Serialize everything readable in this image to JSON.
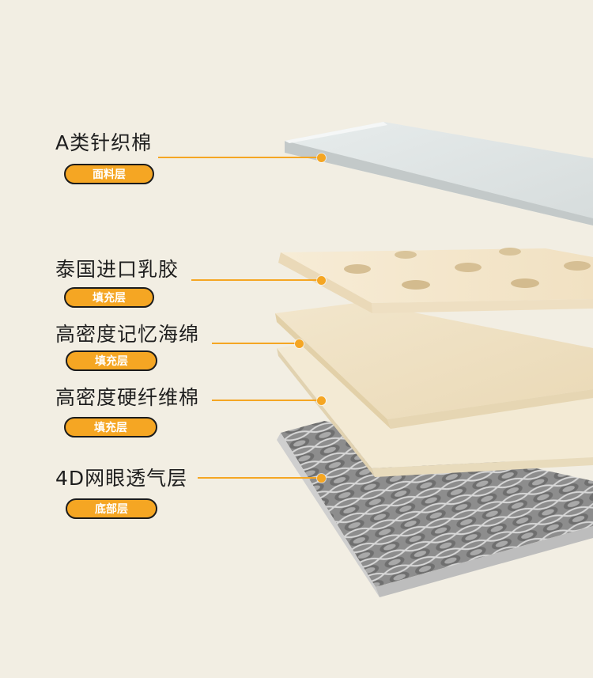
{
  "layers": [
    {
      "name": "A类针织棉",
      "tag": "面料层"
    },
    {
      "name": "泰国进口乳胶",
      "tag": "填充层"
    },
    {
      "name": "高密度记忆海绵",
      "tag": "填充层"
    },
    {
      "name": "高密度硬纤维棉",
      "tag": "填充层"
    },
    {
      "name": "4D网眼透气层",
      "tag": "底部层"
    }
  ],
  "colors": {
    "background": "#f2eee3",
    "accent": "#f5a623",
    "label_text": "#1e1e1e",
    "pill_border": "#1c1c1c"
  }
}
